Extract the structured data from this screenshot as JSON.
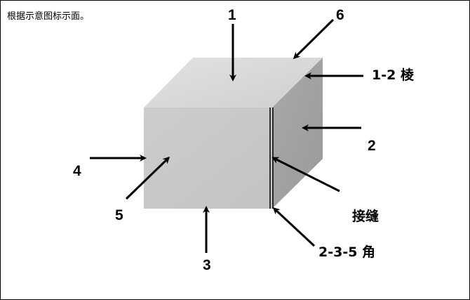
{
  "caption": "根据示意图标示面。",
  "labels": {
    "face_top": "1",
    "face_right": "2",
    "face_bottom": "3",
    "face_left": "4",
    "face_front": "5",
    "face_back": "6",
    "edge_1_2": "1-2 棱",
    "seam": "接缝",
    "corner_2_3_5": "2-3-5 角"
  },
  "colors": {
    "top_face": "#d4d4d4",
    "front_face": "#c8c8c8",
    "right_face": "#a8a8a8",
    "arrows": "#000000"
  }
}
